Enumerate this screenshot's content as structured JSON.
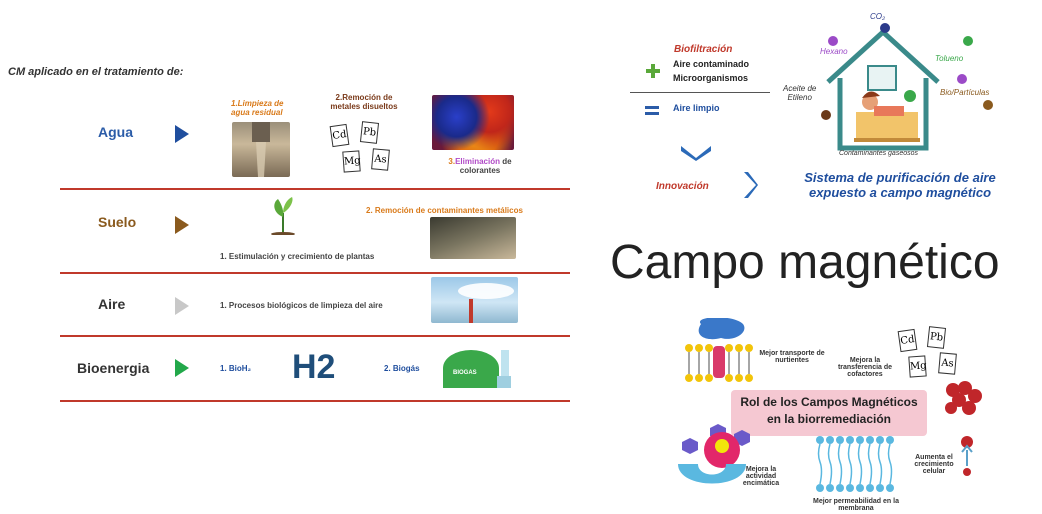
{
  "left": {
    "title": "CM aplicado en el tratamiento de:",
    "rows": [
      {
        "label": "Agua",
        "color": "#2b5ca8"
      },
      {
        "label": "Suelo",
        "color": "#8a5a1e"
      },
      {
        "label": "Aire",
        "color": "#333333"
      },
      {
        "label": "Bioenergia",
        "color": "#333333"
      }
    ],
    "agua": {
      "item1": "1.Limpieza de agua residual",
      "item2": "2.Remoción de metales disueltos",
      "item3_num": "3.",
      "item3_a": "Eliminación",
      "item3_b": "de",
      "item3_c": "colorantes",
      "elements": [
        "Cd",
        "Pb",
        "Mg",
        "As"
      ]
    },
    "suelo": {
      "item1": "1. Estimulación y crecimiento de plantas",
      "item2": "2. Remoción de contaminantes metálicos"
    },
    "aire": {
      "item1": "1. Procesos biológicos de limpieza del aire"
    },
    "bioenergia": {
      "item1": "1. BioH₂",
      "h2": "H2",
      "item2": "2. Biogás",
      "biogas_label": "BIOGAS"
    }
  },
  "right": {
    "biofiltracion": "Biofiltración",
    "aire_contaminado": "Aire contaminado",
    "microorganismos": "Microorganismos",
    "aire_limpio": "Aire limpio",
    "innovacion": "Innovación",
    "sistema_line1": "Sistema de purificación de aire",
    "sistema_line2": "expuesto a campo magnético",
    "co2": "CO₂",
    "hexano": "Hexano",
    "tolueno": "Tolueno",
    "aceite1": "Aceite de",
    "aceite2": "Etileno",
    "bio_particulas": "Bio/Partículas",
    "contaminantes": "Contaminantes gaseosos",
    "big_title": "Campo magnético",
    "rol_line1": "Rol de los Campos Magnéticos",
    "rol_line2": "en la biorremediación",
    "mejor_transporte": "Mejor transporte de nurtientes",
    "mejora_transferencia": "Mejora la transferencia de cofactores",
    "mejora_actividad": "Mejora la actividad encimática",
    "mejor_permeabilidad": "Mejor permeabilidad en la membrana",
    "aumenta": "Aumenta el crecimiento celular",
    "elements": [
      "Cd",
      "Pb",
      "Mg",
      "As"
    ]
  }
}
